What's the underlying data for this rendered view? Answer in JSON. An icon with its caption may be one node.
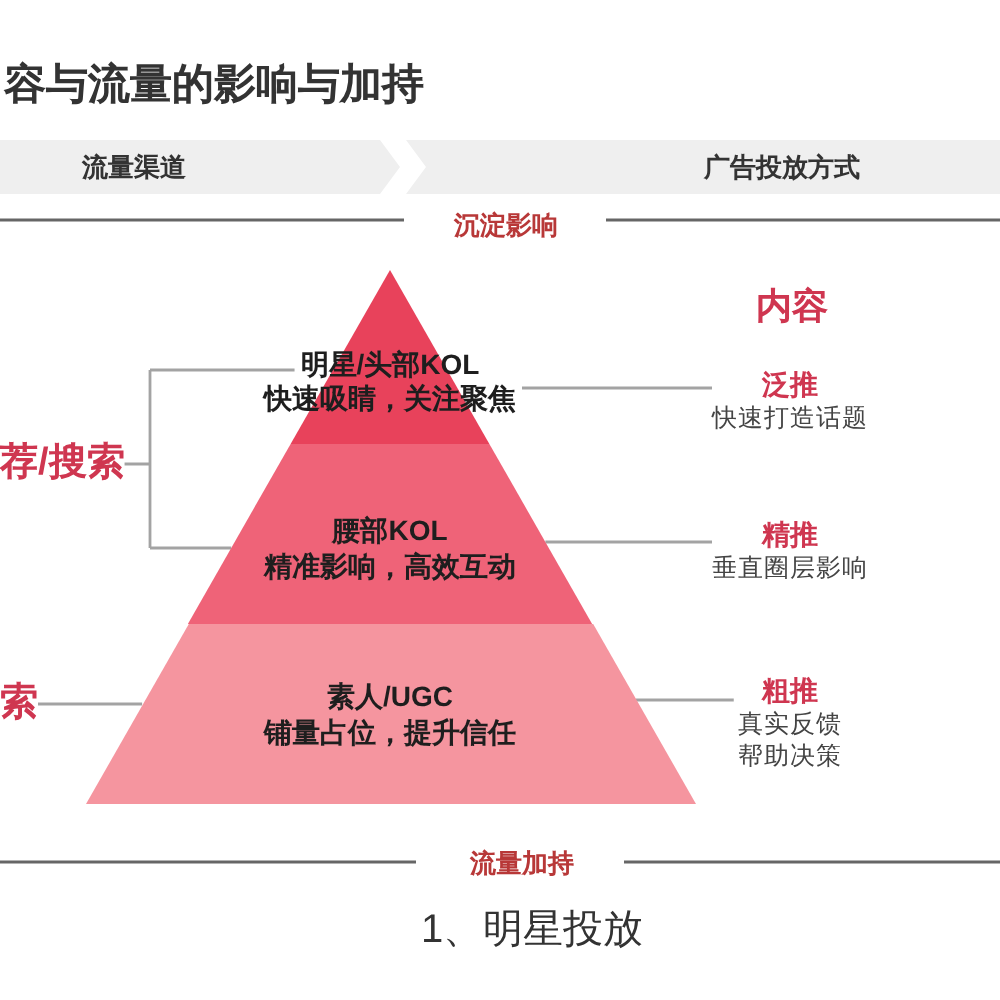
{
  "diagram": {
    "title": "容与流量的影响与加持",
    "caption": "1、明星投放",
    "nodes": [
      {
        "text": [
          "流量渠道"
        ]
      },
      {
        "text": [
          "广告投放方式"
        ]
      },
      {
        "text": [
          "荐/搜索"
        ]
      },
      {
        "text": [
          "索"
        ]
      },
      {
        "text": [
          "明星/头部KOL",
          "快速吸睛，关注聚焦"
        ]
      },
      {
        "text": [
          "腰部KOL",
          "精准影响，高效互动"
        ]
      },
      {
        "text": [
          "素人/UGC",
          "铺量占位，提升信任"
        ]
      },
      {
        "text": [
          "泛推",
          "快速打造话题"
        ]
      },
      {
        "text": [
          "精推",
          "垂直圈层影响"
        ]
      },
      {
        "text": [
          "粗推",
          "真实反馈帮助决策"
        ]
      }
    ],
    "edges": [
      {
        "from": 2,
        "to": 4,
        "arrow": "none"
      },
      {
        "from": 2,
        "to": 5,
        "arrow": "none"
      },
      {
        "from": 3,
        "to": 6,
        "arrow": "none"
      },
      {
        "from": 4,
        "to": 7,
        "arrow": "none"
      },
      {
        "from": 5,
        "to": 8,
        "arrow": "none"
      },
      {
        "from": 6,
        "to": 9,
        "arrow": "none"
      }
    ],
    "labels": [
      "沉淀影响",
      "内容",
      "流量加持"
    ]
  }
}
